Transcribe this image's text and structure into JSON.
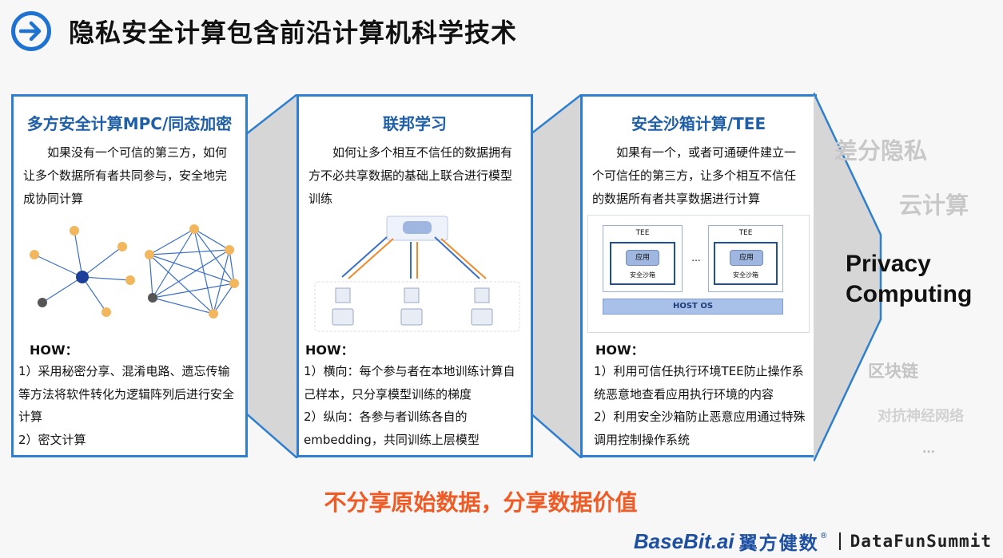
{
  "header": {
    "title": "隐私安全计算包含前沿计算机科学技术",
    "icon": "arrow-right-circle-icon"
  },
  "colors": {
    "accent": "#2f7fd0",
    "slogan": "#f05a24",
    "brand": "#1d4fa3"
  },
  "panels": [
    {
      "title": "多方安全计算MPC/同态加密",
      "description": "如果没有一个可信的第三方，如何让多个数据所有者共同参与，安全地完成协同计算",
      "how_label": "HOW：",
      "how_items": [
        "1）采用秘密分享、混淆电路、遗忘传输等方法将软件转化为逻辑阵列后进行安全计算",
        "2）密文计算"
      ]
    },
    {
      "title": "联邦学习",
      "description": "如何让多个相互不信任的数据拥有方不必共享数据的基础上联合进行模型训练",
      "how_label": "HOW：",
      "how_items": [
        "1）横向：每个参与者在本地训练计算自己样本，只分享模型训练的梯度",
        "2）纵向：各参与者训练各自的embedding，共同训练上层模型"
      ]
    },
    {
      "title": "安全沙箱计算/TEE",
      "description": "如果有一个，或者可通硬件建立一个可信任的第三方，让多个相互不信任的数据所有者共享数据进行计算",
      "how_label": "HOW：",
      "how_items": [
        "1）利用可信任执行环境TEE防止操作系统恶意地查看应用执行环境的内容",
        "2）利用安全沙箱防止恶意应用通过特殊调用控制操作系统"
      ],
      "figure": {
        "tee_label": "TEE",
        "app_label": "应用",
        "sandbox_label": "安全沙箱",
        "ellipsis": "...",
        "host_os_label": "HOST OS"
      }
    }
  ],
  "privacy_computing": {
    "line1": "Privacy",
    "line2": "Computing"
  },
  "tags": {
    "differential_privacy": "差分隐私",
    "cloud_computing": "云计算",
    "blockchain": "区块链",
    "gan": "对抗神经网络",
    "more": "..."
  },
  "slogan": "不分享原始数据，分享数据价值",
  "footer": {
    "brand_logo": "BaseBit.ai",
    "brand_cn": "翼方健数",
    "brand_reg": "®",
    "event": "DataFunSummit"
  }
}
